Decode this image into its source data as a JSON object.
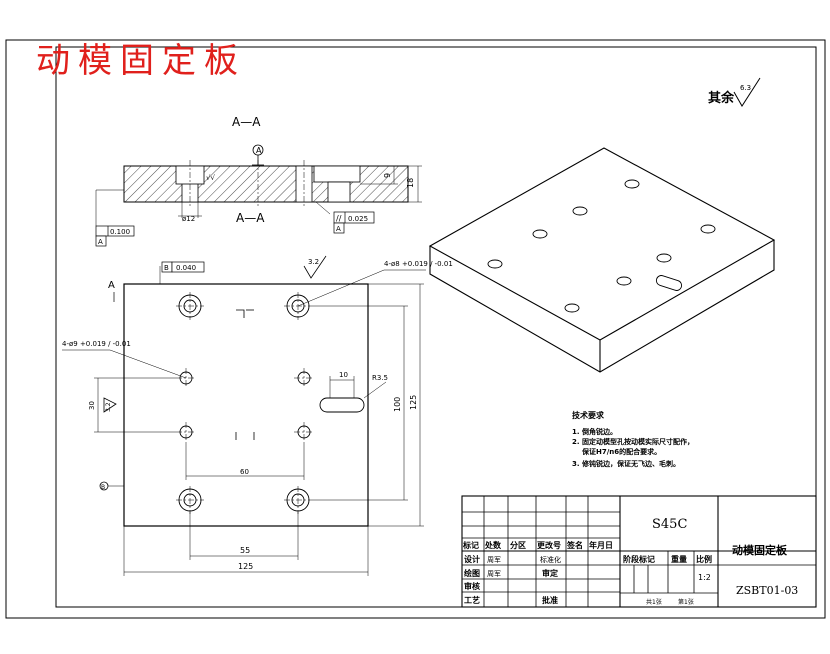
{
  "title": "动模固定板",
  "finish_note": {
    "label": "其余",
    "roughness": "6.3"
  },
  "section_view": {
    "section_label_top": "A—A",
    "section_label_bottom": "A—A",
    "datum_a": "A",
    "dims": {
      "thickness": "18",
      "pocket_depth": "9",
      "hole": "ø12",
      "cbore": "√√"
    },
    "fcf_parallel": {
      "symbol": "//",
      "value": "0.025",
      "datum": "A"
    },
    "fcf_flat": {
      "value": "0.100",
      "datum": "A"
    }
  },
  "plan_view": {
    "datum_a": "A",
    "fcf_perp": {
      "datum": "B",
      "value": "0.040"
    },
    "roughness_top": "3.2",
    "roughness_left": "3.2",
    "callout_top": "4-ø8  +0.019 / -0.01",
    "callout_left": "4-ø9  +0.019 / -0.01",
    "slot_width": "10",
    "slot_radius": "R3.5",
    "dim_60": "60",
    "dim_55": "55",
    "dim_125_bottom": "125",
    "dim_100": "100",
    "dim_125_right": "125",
    "dim_left": "30",
    "datum_b": "B"
  },
  "tech_requirements": {
    "heading": "技术要求",
    "items": [
      "1. 倒角锐边。",
      "2. 固定动模型孔按动模实际尺寸配作，",
      "保证H7/n6的配合要求。",
      "3. 修钝锐边，保证无飞边、毛刺。"
    ]
  },
  "title_block": {
    "material": "S45C",
    "part_name": "动模固定板",
    "drawing_no": "ZSBT01-03",
    "header_row": [
      "标记",
      "处数",
      "分区",
      "更改号",
      "签名",
      "年月日"
    ],
    "rows": [
      [
        "设计",
        "周军",
        "",
        "标准化"
      ],
      [
        "绘图",
        "周军",
        "",
        "审定"
      ],
      [
        "审核",
        "",
        "",
        ""
      ],
      [
        "工艺",
        "",
        "",
        "批准"
      ]
    ],
    "stage_label": "阶段标记",
    "weight_label": "重量",
    "scale_label": "比例",
    "scale_value": "1:2",
    "sheets_total": "共1张",
    "sheet_no": "第1张"
  }
}
